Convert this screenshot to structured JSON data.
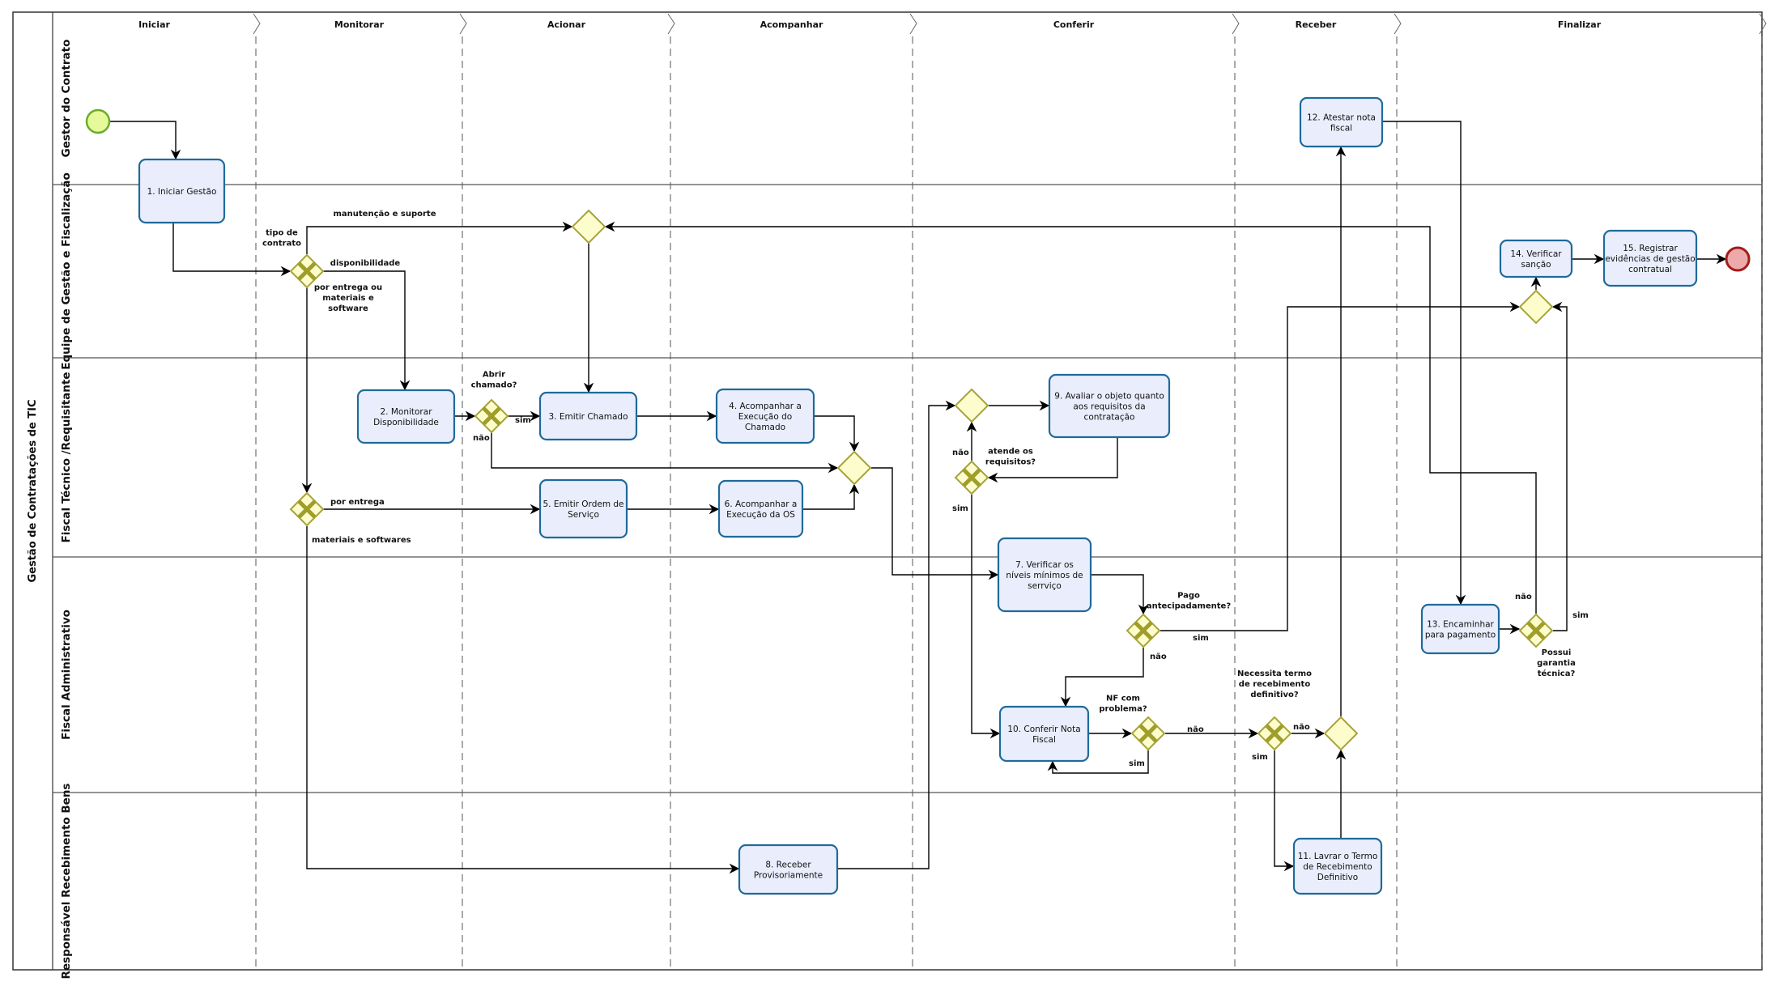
{
  "pool": {
    "title": "Gestão de Contratações de TIC"
  },
  "colors": {
    "task_fill": "#eaeefc",
    "task_stroke": "#1f6a9a",
    "gateway_fill": "#fdfccc",
    "gateway_stroke": "#a6a33a",
    "gateway_marker": "#a09e2a",
    "start_fill": "#e6fa9c",
    "start_stroke": "#6aac2a",
    "end_fill": "#ecaaaa",
    "end_stroke": "#a31c1c",
    "line": "#000000",
    "lane_line": "#555555"
  },
  "phases": [
    "Iniciar",
    "Monitorar",
    "Acionar",
    "Acompanhar",
    "Conferir",
    "Receber",
    "Finalizar"
  ],
  "lanes": [
    "Gestor do Contrato",
    "Equipe de Gestão e Fiscalização",
    "Fiscal Técnico /Requisitante",
    "Fiscal Administrativo",
    "Responsável Recebimento Bens"
  ],
  "tasks": [
    {
      "id": "t1",
      "lines": [
        "1. Iniciar Gestão"
      ]
    },
    {
      "id": "t2",
      "lines": [
        "2. Monitorar",
        "Disponibilidade"
      ]
    },
    {
      "id": "t3",
      "lines": [
        "3. Emitir Chamado"
      ]
    },
    {
      "id": "t4",
      "lines": [
        "4. Acompanhar a",
        "Execução do",
        "Chamado"
      ]
    },
    {
      "id": "t5",
      "lines": [
        "5. Emitir Ordem de",
        "Serviço"
      ]
    },
    {
      "id": "t6",
      "lines": [
        "6. Acompanhar a",
        "Execução da OS"
      ]
    },
    {
      "id": "t7",
      "lines": [
        "7. Verificar os",
        "níveis mínimos de",
        "serrviço"
      ]
    },
    {
      "id": "t8",
      "lines": [
        "8. Receber",
        "Provisoriamente"
      ]
    },
    {
      "id": "t9",
      "lines": [
        "9. Avaliar o objeto quanto",
        "aos requisitos da",
        "contratação"
      ]
    },
    {
      "id": "t10",
      "lines": [
        "10. Conferir Nota",
        "Fiscal"
      ]
    },
    {
      "id": "t11",
      "lines": [
        "11. Lavrar o Termo",
        "de Recebimento",
        "Definitivo"
      ]
    },
    {
      "id": "t12",
      "lines": [
        "12. Atestar nota",
        "fiscal"
      ]
    },
    {
      "id": "t13",
      "lines": [
        "13. Encaminhar",
        "para pagamento"
      ]
    },
    {
      "id": "t14",
      "lines": [
        "14. Verificar",
        "sanção"
      ]
    },
    {
      "id": "t15",
      "lines": [
        "15. Registrar",
        "evidências de gestão",
        "contratual"
      ]
    }
  ],
  "gateways": [
    {
      "id": "g_tipo",
      "type": "exclusive",
      "label": [
        "tipo de",
        "contrato"
      ]
    },
    {
      "id": "g_manut",
      "type": "parallel",
      "label": []
    },
    {
      "id": "g_entrega",
      "type": "exclusive",
      "label": []
    },
    {
      "id": "g_abrir",
      "type": "exclusive",
      "label": [
        "Abrir",
        "chamado?"
      ]
    },
    {
      "id": "g_merge_acomp",
      "type": "parallel",
      "label": []
    },
    {
      "id": "g_merge_conf",
      "type": "parallel",
      "label": []
    },
    {
      "id": "g_atende",
      "type": "exclusive",
      "label": [
        "atende os",
        "requisitos?"
      ]
    },
    {
      "id": "g_pago",
      "type": "exclusive",
      "label": [
        "Pago",
        "antecipadamente?"
      ]
    },
    {
      "id": "g_nf",
      "type": "exclusive",
      "label": [
        "NF com",
        "problema?"
      ]
    },
    {
      "id": "g_termo",
      "type": "exclusive",
      "label": [
        "Necessita termo",
        "de recebimento",
        "definitivo?"
      ]
    },
    {
      "id": "g_merge_receber",
      "type": "parallel",
      "label": []
    },
    {
      "id": "g_garantia",
      "type": "exclusive",
      "label": [
        "Possui",
        "garantia",
        "técnica?"
      ]
    },
    {
      "id": "g_merge_final",
      "type": "parallel",
      "label": []
    }
  ],
  "flow_labels": {
    "manutencao": [
      "manutenção e suporte"
    ],
    "disponibilidade": [
      "disponibilidade"
    ],
    "por_entrega_ou": [
      "por entrega ou",
      "materiais e",
      "software"
    ],
    "por_entrega": [
      "por entrega"
    ],
    "materiais_softwares": [
      "materiais e softwares"
    ],
    "abrir_sim": [
      "sim"
    ],
    "abrir_nao": [
      "não"
    ],
    "atende_nao": [
      "não"
    ],
    "atende_sim": [
      "sim"
    ],
    "pago_sim": [
      "sim"
    ],
    "pago_nao": [
      "não"
    ],
    "nf_nao": [
      "não"
    ],
    "nf_sim": [
      "sim"
    ],
    "termo_nao": [
      "não"
    ],
    "termo_sim": [
      "sim"
    ],
    "garantia_nao": [
      "não"
    ],
    "garantia_sim": [
      "sim"
    ]
  },
  "events": [
    {
      "id": "start",
      "type": "start"
    },
    {
      "id": "end",
      "type": "end"
    }
  ]
}
